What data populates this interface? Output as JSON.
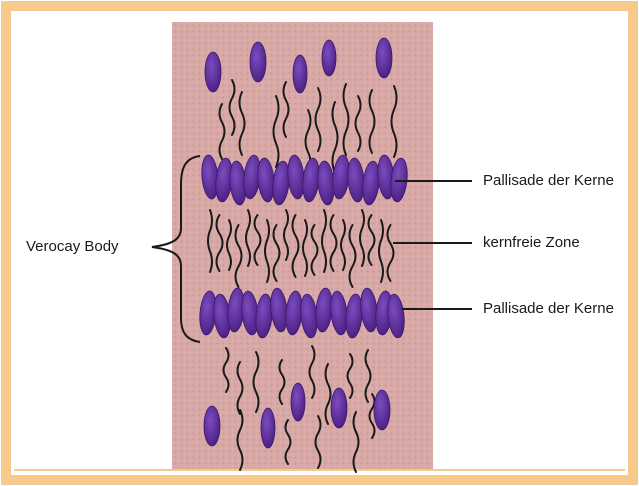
{
  "figure": {
    "frame_color": "#f7c98a",
    "tissue_color": "#d8a9a6",
    "nucleus_color": "#5b2a94",
    "fiber_color": "#1a1a1a",
    "labels": {
      "left": "Verocay Body",
      "right_top": "Pallisade der Kerne",
      "right_middle": "kernfreie Zone",
      "right_bottom": "Pallisade der Kerne"
    }
  }
}
